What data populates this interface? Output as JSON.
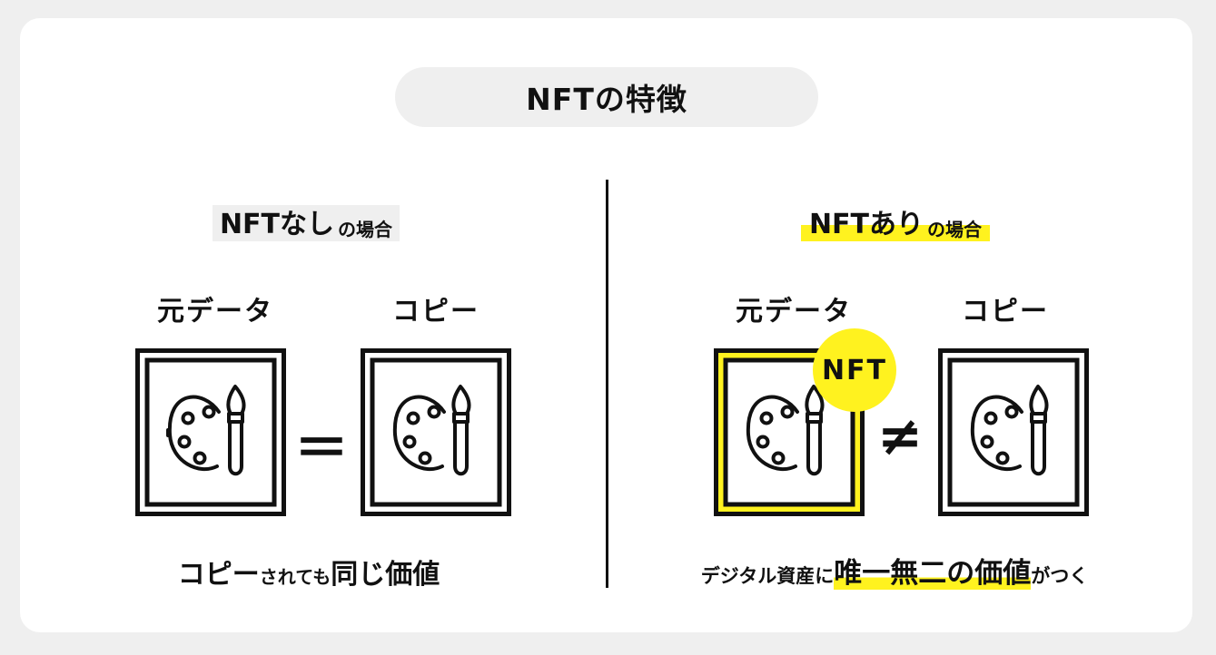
{
  "title": "NFTの特徴",
  "left": {
    "heading_main": "NFTなし",
    "heading_suffix": "の場合",
    "label_original": "元データ",
    "label_copy": "コピー",
    "relation": "＝",
    "caption_part1": "コピー",
    "caption_part2": "されても",
    "caption_part3": "同じ価値"
  },
  "right": {
    "heading_main": "NFTあり",
    "heading_suffix": "の場合",
    "label_original": "元データ",
    "label_copy": "コピー",
    "relation": "≠",
    "badge": "NFT",
    "caption_part1": "デジタル資産に",
    "caption_part2": "唯一無二の価値",
    "caption_part3": "がつく"
  },
  "colors": {
    "accent": "#fff21f",
    "ink": "#111111",
    "pill": "#efefef",
    "background": "#efefef",
    "card": "#ffffff"
  },
  "icons": {
    "artwork": "palette-brush-icon"
  }
}
